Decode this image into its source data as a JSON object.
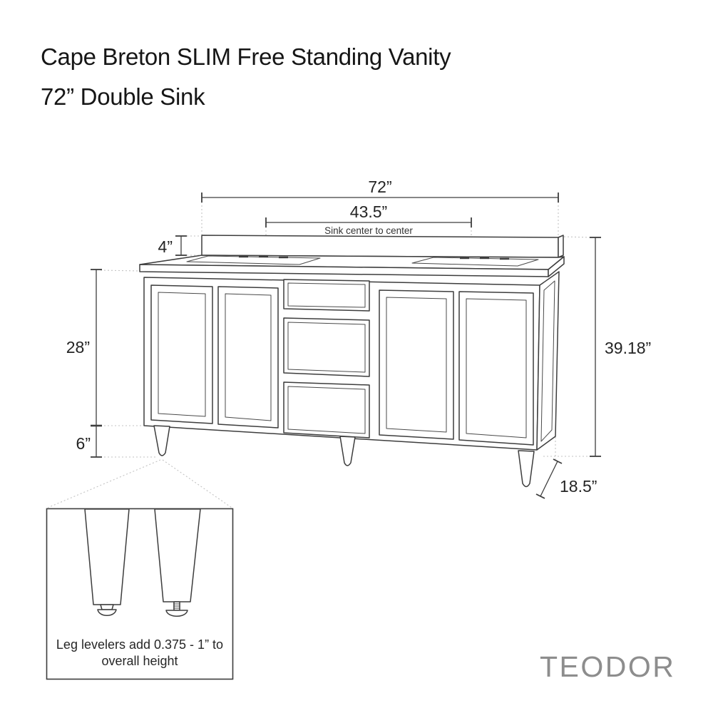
{
  "title": {
    "line1": "Cape Breton SLIM Free Standing Vanity",
    "line2": "72” Double Sink"
  },
  "brand": "TEODOR",
  "dimensions": {
    "overall_width": "72”",
    "sink_center_to_center": "43.5”",
    "sink_center_note": "Sink center to center",
    "backsplash_height": "4”",
    "cabinet_height": "28”",
    "leg_height": "6”",
    "overall_height": "39.18”",
    "depth": "18.5”"
  },
  "inset": {
    "note_line1": "Leg levelers add 0.375 - 1” to",
    "note_line2": "overall height"
  },
  "colors": {
    "line": "#3d3d3d",
    "dashed_line": "#c3c3c3",
    "text": "#161616",
    "brand": "#8d8d8d",
    "background": "#ffffff"
  }
}
